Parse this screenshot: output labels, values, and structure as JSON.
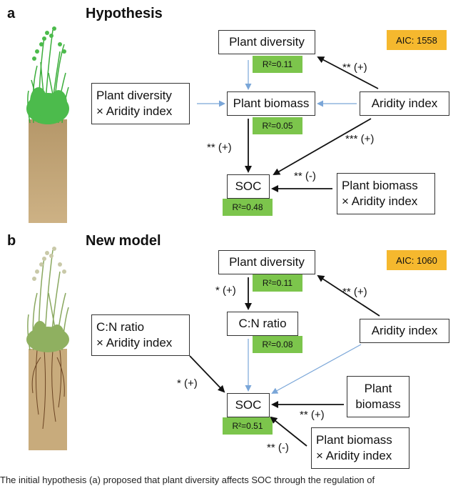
{
  "panel_a": {
    "letter": "a",
    "title": "Hypothesis",
    "aic": "AIC: 1558",
    "nodes": {
      "plant_diversity": "Plant diversity",
      "plant_biomass": "Plant biomass",
      "aridity_index": "Aridity index",
      "soc": "SOC",
      "interaction_diversity_line1": "Plant diversity",
      "interaction_diversity_line2": "× Aridity index",
      "interaction_biomass_line1": "Plant biomass",
      "interaction_biomass_line2": "× Aridity index"
    },
    "r2": {
      "plant_diversity": "R²=0.11",
      "plant_biomass": "R²=0.05",
      "soc": "R²=0.48"
    },
    "paths": {
      "aridity_to_diversity": "** (+)",
      "biomass_to_soc": "** (+)",
      "aridity_to_soc": "*** (+)",
      "biomass_aridity_to_soc": "** (-)"
    }
  },
  "panel_b": {
    "letter": "b",
    "title": "New model",
    "aic": "AIC: 1060",
    "nodes": {
      "plant_diversity": "Plant diversity",
      "cn_ratio": "C:N ratio",
      "aridity_index": "Aridity index",
      "soc": "SOC",
      "interaction_cn_line1": "C:N ratio",
      "interaction_cn_line2": "× Aridity index",
      "plant_biomass_line1": "Plant",
      "plant_biomass_line2": "biomass",
      "interaction_biomass_line1": "Plant biomass",
      "interaction_biomass_line2": "× Aridity index"
    },
    "r2": {
      "plant_diversity": "R²=0.11",
      "cn_ratio": "R²=0.08",
      "soc": "R²=0.51"
    },
    "paths": {
      "diversity_to_cn": "* (+)",
      "aridity_to_diversity": "** (+)",
      "cn_aridity_to_soc": "* (+)",
      "biomass_to_soc": "** (+)",
      "biomass_aridity_to_soc": "** (-)"
    }
  },
  "caption": "The initial hypothesis (a) proposed that plant diversity affects SOC through the regulation of",
  "colors": {
    "r2_fill": "#7cc54c",
    "aic_fill": "#f5b82e",
    "significant_arrow": "#111111",
    "nonsignificant_arrow": "#7aa6d8",
    "soil": "#c8ab7c",
    "grass": "#3cae3c"
  }
}
